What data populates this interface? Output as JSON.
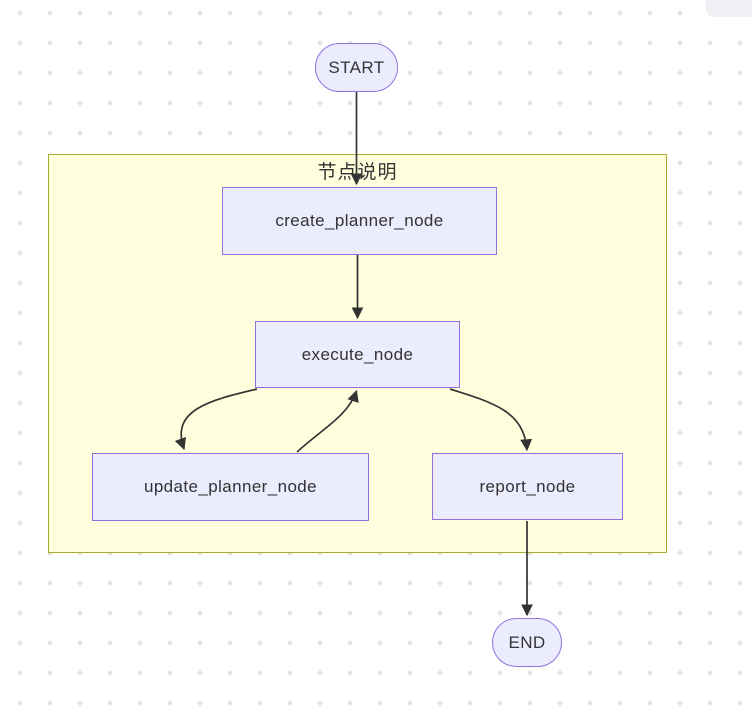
{
  "diagram": {
    "title": "workflow-flowchart",
    "subgraph": {
      "label": "节点说明",
      "fill": "#ffffde",
      "border": "#aaaa33"
    },
    "nodes": {
      "start": {
        "label": "START",
        "shape": "stadium"
      },
      "create_planner": {
        "label": "create_planner_node",
        "shape": "rect"
      },
      "execute": {
        "label": "execute_node",
        "shape": "rect"
      },
      "update_planner": {
        "label": "update_planner_node",
        "shape": "rect"
      },
      "report": {
        "label": "report_node",
        "shape": "rect"
      },
      "end": {
        "label": "END",
        "shape": "stadium"
      }
    },
    "edges": [
      {
        "from": "START",
        "to": "create_planner_node"
      },
      {
        "from": "create_planner_node",
        "to": "execute_node"
      },
      {
        "from": "execute_node",
        "to": "update_planner_node"
      },
      {
        "from": "update_planner_node",
        "to": "execute_node"
      },
      {
        "from": "execute_node",
        "to": "report_node"
      },
      {
        "from": "report_node",
        "to": "END"
      }
    ],
    "colors": {
      "node_fill": "#ECECFF",
      "node_border": "#9370DB",
      "subgraph_fill": "#ffffde",
      "subgraph_border": "#aaaa33",
      "edge": "#333333",
      "text": "#333333",
      "background_dot": "#e5e5e6"
    }
  }
}
